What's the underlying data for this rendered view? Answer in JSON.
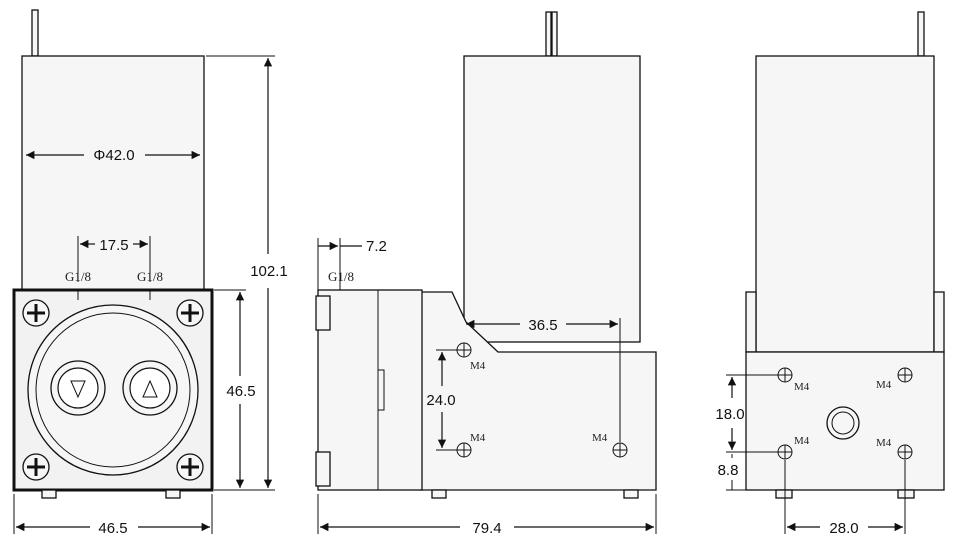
{
  "views": {
    "front": {
      "dim_diameter": "Φ42.0",
      "dim_port_spacing": "17.5",
      "dim_overall_height": "102.1",
      "dim_block_height": "46.5",
      "dim_block_width": "46.5",
      "port_left": "G1/8",
      "port_right": "G1/8"
    },
    "side": {
      "dim_port_offset": "7.2",
      "port_label": "G1/8",
      "dim_hole_spacing_h": "36.5",
      "dim_hole_spacing_v": "24.0",
      "dim_overall_length": "79.4",
      "hole_labels": [
        "M4",
        "M4",
        "M4"
      ]
    },
    "back": {
      "dim_hole_spacing_v": "18.0",
      "dim_hole_offset": "8.8",
      "dim_hole_spacing_h": "28.0",
      "hole_labels": [
        "M4",
        "M4",
        "M4",
        "M4"
      ]
    }
  }
}
